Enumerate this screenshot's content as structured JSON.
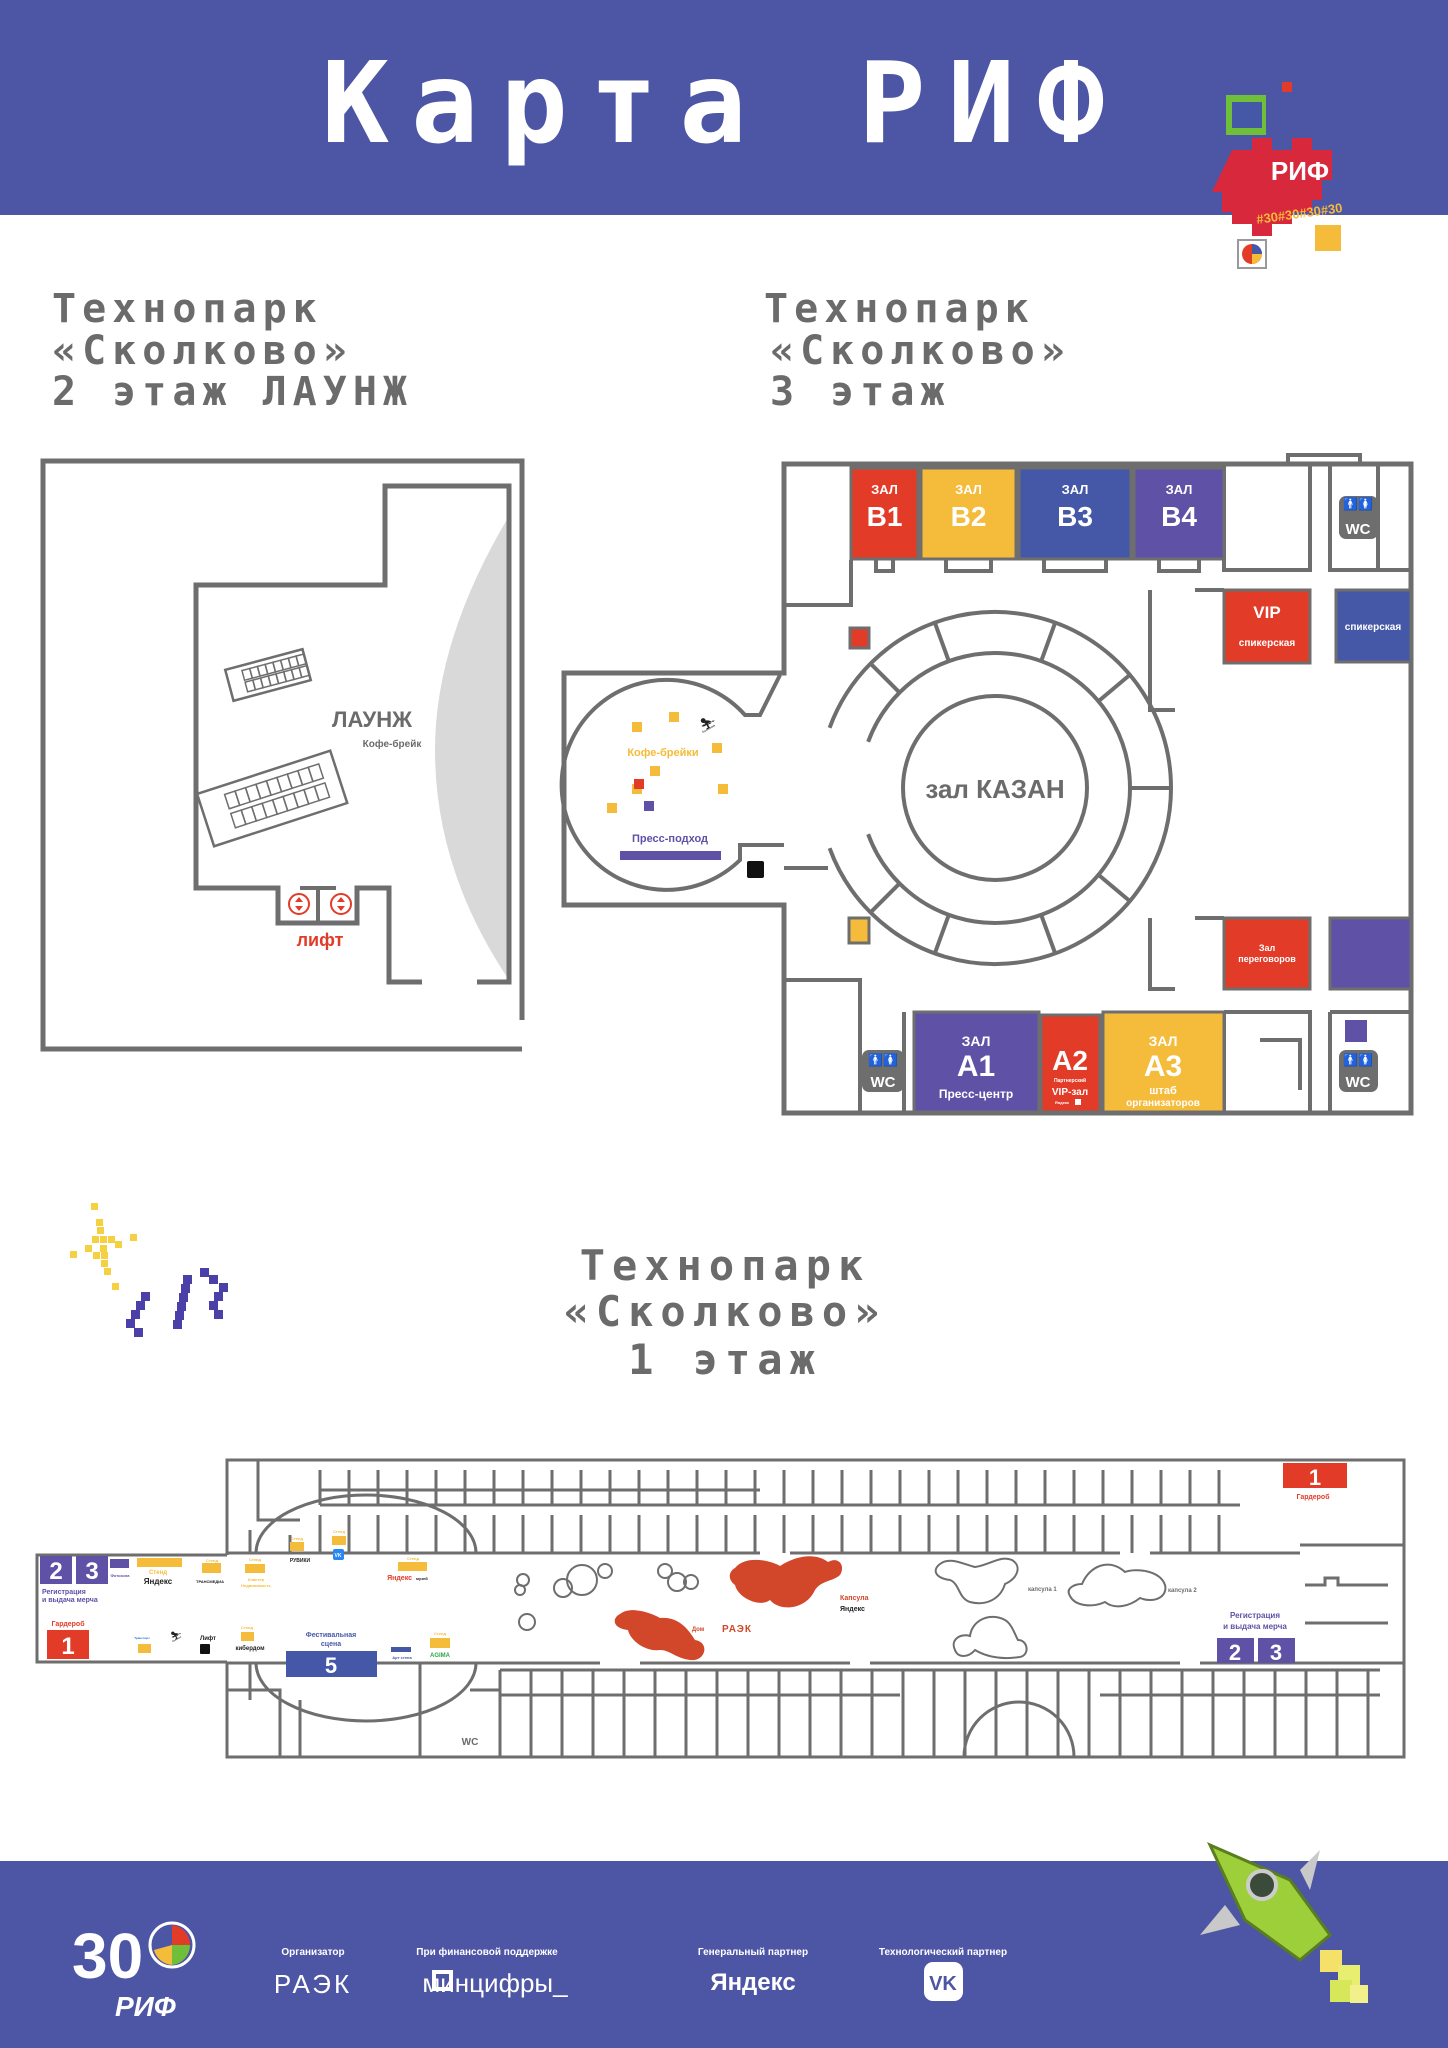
{
  "colors": {
    "brand_blue": "#4d55a5",
    "red": "#e23b28",
    "yellow": "#f5bb3b",
    "blue": "#4558a7",
    "purple": "#5e51a6",
    "wall_gray": "#6e6e6e",
    "heading_gray": "#6b6b6b"
  },
  "header": {
    "title": "Карта РИФ",
    "badge_logo": "РИФ",
    "badge_tags": "#30#30#30#30"
  },
  "floor2": {
    "heading": [
      "Технопарк",
      "«Сколково»",
      "2 этаж ЛАУНЖ"
    ],
    "lounge": "ЛАУНЖ",
    "coffee": "Кофе-брейк",
    "lift": "лифт"
  },
  "floor3": {
    "heading": [
      "Технопарк",
      "«Сколково»",
      "3 этаж"
    ],
    "halls_b": [
      {
        "prefix": "ЗАЛ",
        "name": "B1",
        "color": "#e23b28"
      },
      {
        "prefix": "ЗАЛ",
        "name": "B2",
        "color": "#f5bb3b"
      },
      {
        "prefix": "ЗАЛ",
        "name": "B3",
        "color": "#4558a7"
      },
      {
        "prefix": "ЗАЛ",
        "name": "B4",
        "color": "#5e51a6"
      }
    ],
    "wc": "WC",
    "vip": "VIP",
    "vip_sub": "спикерская",
    "speakers": "спикерская",
    "kazan": "зал КАЗАН",
    "negotiations": [
      "Зал",
      "переговоров"
    ],
    "a1": {
      "prefix": "ЗАЛ",
      "name": "A1",
      "sub": "Пресс-центр"
    },
    "a2": {
      "name": "A2",
      "sub1": "Партнерский",
      "sub2": "VIP-зал",
      "logo": "Яндекс"
    },
    "a3": {
      "prefix": "ЗАЛ",
      "name": "A3",
      "sub": [
        "штаб",
        "организаторов"
      ]
    },
    "coffee": "Кофе-брейки",
    "press": "Пресс-подход"
  },
  "floor1": {
    "heading": [
      "Технопарк",
      "«Сколково»",
      "1 этаж"
    ],
    "reg_left": {
      "nums": [
        "2",
        "3"
      ],
      "label": [
        "Регистрация",
        "и выдача мерча"
      ]
    },
    "photozone": "Фотозона",
    "wardrobe_left": {
      "num": "1",
      "label": "Гардероб"
    },
    "stand": "Стенд",
    "yandex": "Яндекс",
    "transmedia": "ТРАНСМЕДИА",
    "cluster": [
      "Кластер",
      "Недвижимость"
    ],
    "rubiki": "РУВИКИ",
    "vk": "VK",
    "yandex_museum": [
      "Яндекс",
      "музей"
    ],
    "transport_logo": "Транспорт",
    "lift": "Лифт",
    "kiberdom": "кибердом",
    "stage": {
      "label": [
        "Фестивальная",
        "сцена"
      ],
      "num": "5"
    },
    "art_wall": "Арт стена",
    "agima": "AGIMA",
    "wc": "WC",
    "raek_house": {
      "prefix": "Дом",
      "logo": "РАЭК"
    },
    "capsule_yandex": [
      "Капсула",
      "Яндекс"
    ],
    "capsule1": "капсула 1",
    "capsule2": "капсула 2",
    "wardrobe_right": {
      "num": "1",
      "label": "Гардероб"
    },
    "reg_right": {
      "nums": [
        "2",
        "3"
      ],
      "label": [
        "Регистрация",
        "и выдача мерча"
      ]
    }
  },
  "footer": {
    "logo": {
      "number": "30",
      "name": "РИФ"
    },
    "organizer": {
      "label": "Организатор",
      "logo": "РАЭК"
    },
    "support": {
      "label": "При финансовой поддержке",
      "logo": "минцифры_"
    },
    "general": {
      "label": "Генеральный партнер",
      "logo": "Яндекс"
    },
    "tech": {
      "label": "Технологический партнер",
      "logo": "VK"
    }
  }
}
